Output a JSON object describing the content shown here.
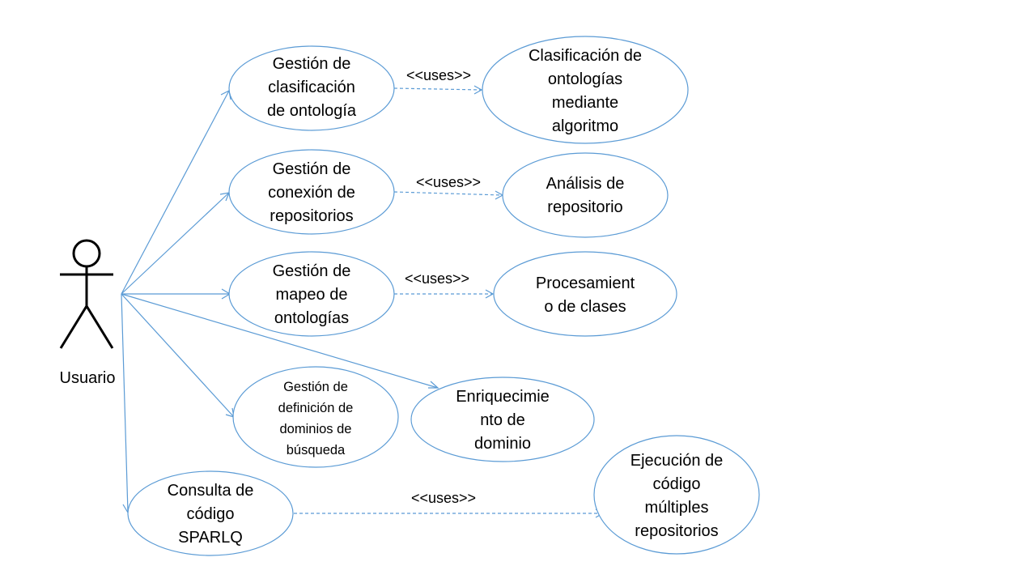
{
  "actor": {
    "name": "Usuario"
  },
  "use_cases": {
    "gestion_clasificacion": [
      "Gestión de",
      "clasificación",
      "de ontología"
    ],
    "clasificacion_algoritmo": [
      "Clasificación de",
      "ontologías",
      "mediante",
      "algoritmo"
    ],
    "gestion_conexion": [
      "Gestión de",
      "conexión de",
      "repositorios"
    ],
    "analisis_repositorio": [
      "Análisis de",
      "repositorio"
    ],
    "gestion_mapeo": [
      "Gestión de",
      "mapeo de",
      "ontologías"
    ],
    "procesamiento_clases": [
      "Procesamient",
      "o de clases"
    ],
    "gestion_dominios": [
      "Gestión de",
      "definición de",
      "dominios de",
      "búsqueda"
    ],
    "enriquecimiento": [
      "Enriquecimie",
      "nto de",
      "dominio"
    ],
    "consulta_sparlq": [
      "Consulta de",
      "código",
      "SPARLQ"
    ],
    "ejecucion_codigo": [
      "Ejecución de",
      "código",
      "múltiples",
      "repositorios"
    ]
  },
  "relations": {
    "uses_1": "<<uses>>",
    "uses_2": "<<uses>>",
    "uses_3": "<<uses>>",
    "uses_4": "<<uses>>"
  },
  "colors": {
    "use_case_stroke": "#5b9bd5",
    "actor": "#000000",
    "text": "#000000"
  }
}
